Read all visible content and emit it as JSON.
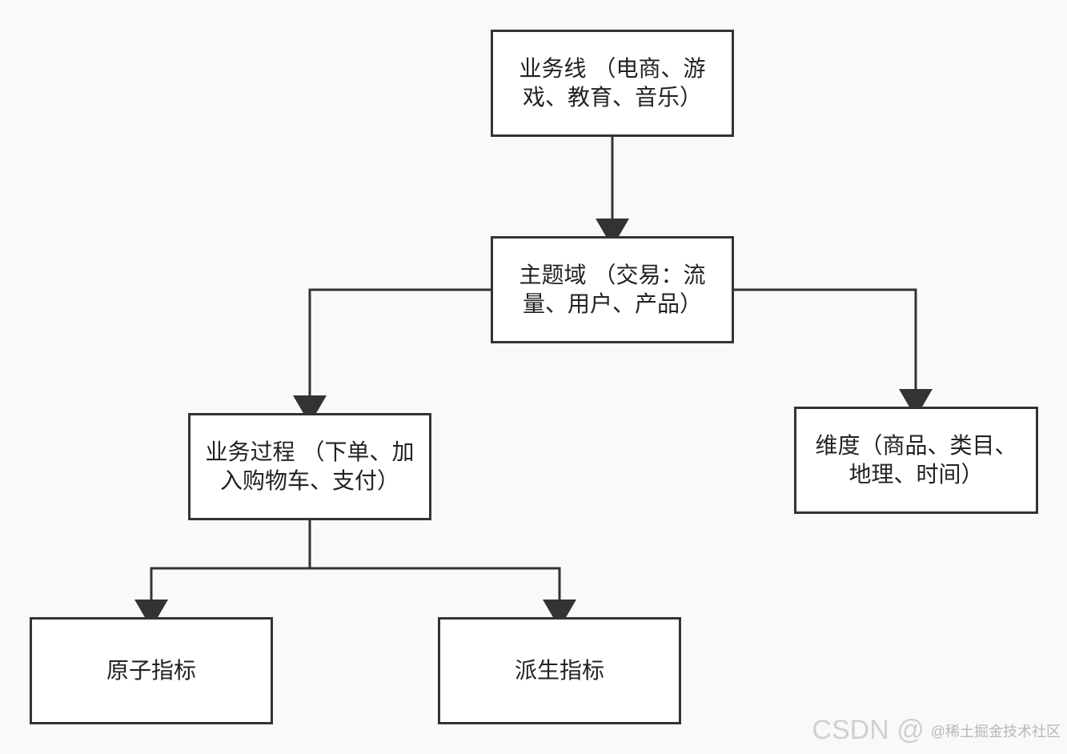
{
  "diagram": {
    "nodes": {
      "business_line": "业务线 （电商、游戏、教育、音乐）",
      "subject_domain": "主题域  （交易：流量、用户、产品）",
      "business_process": "业务过程 （下单、加入购物车、支付）",
      "dimension": "维度（商品、类目、地理、时间）",
      "atomic_metric": "原子指标",
      "derived_metric": "派生指标"
    }
  },
  "watermark": {
    "main": "CSDN @",
    "secondary": "@稀土掘金技术社区"
  }
}
